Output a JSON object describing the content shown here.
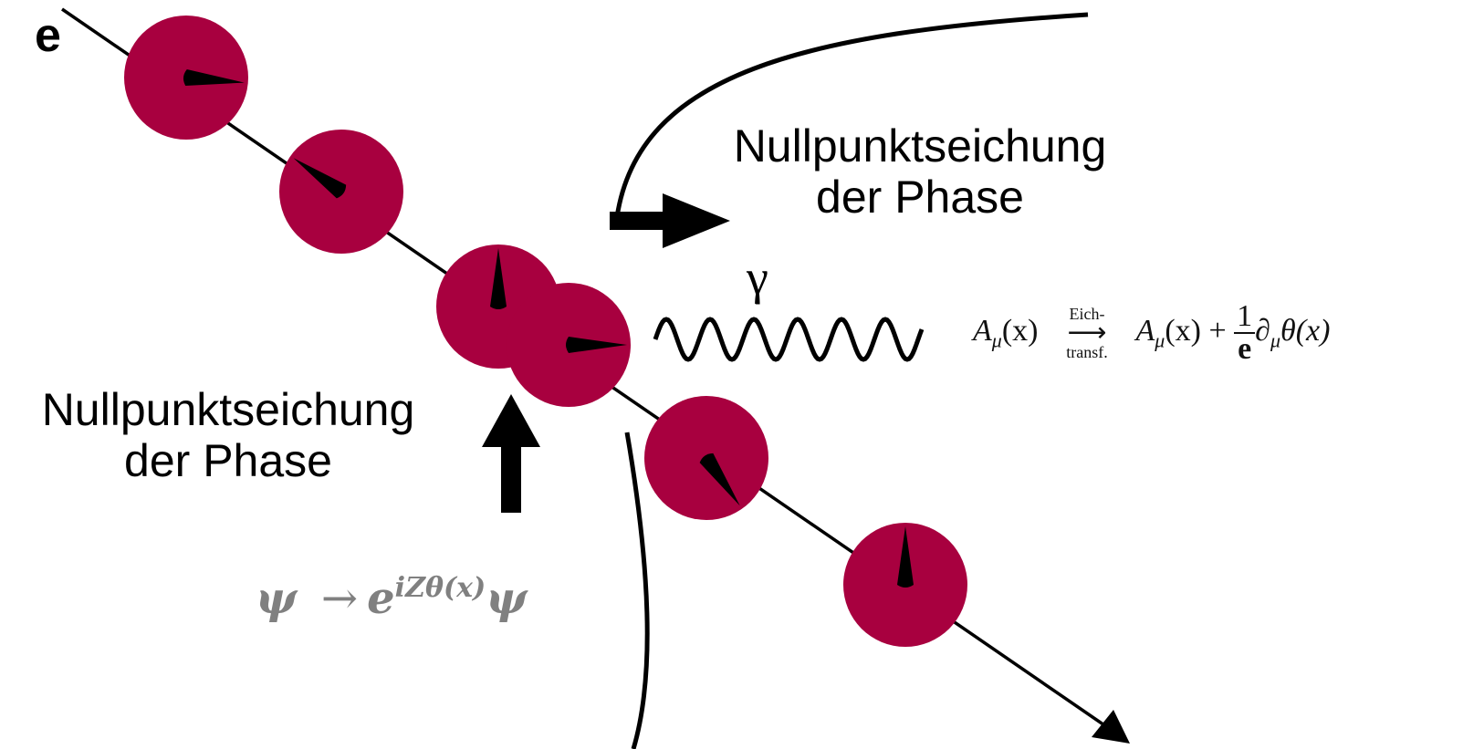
{
  "electron_label": "e",
  "top_label": [
    "Nullpunktseichung",
    "der Phase"
  ],
  "left_label": [
    "Nullpunktseichung",
    "der Phase"
  ],
  "photon_label": "γ",
  "psi_formula": {
    "lhs": "ψ",
    "arrow": "→",
    "base": "e",
    "exponent": "iZθ(x)",
    "rhs": "ψ"
  },
  "gauge_formula": {
    "lhs": "A",
    "lhs_sub": "μ",
    "lhs_arg": "(x)",
    "arrow_top": "Eich-",
    "arrow": "⟶",
    "arrow_bottom": "transf.",
    "rhs_a": "A",
    "rhs_sub": "μ",
    "rhs_arg": "(x) +",
    "frac_num": "1",
    "frac_den": "e",
    "partial": "∂",
    "partial_sub": "μ",
    "theta": "θ(x)"
  },
  "colors": {
    "particle": "#a8003f",
    "line": "#000000",
    "formula_gray": "#808080"
  },
  "particles": [
    {
      "name": "particle-1",
      "pointer_angle_deg": 5
    },
    {
      "name": "particle-2",
      "pointer_angle_deg": -145
    },
    {
      "name": "particle-3",
      "pointer_angle_deg": -90
    },
    {
      "name": "particle-4",
      "pointer_angle_deg": 0
    },
    {
      "name": "particle-5",
      "pointer_angle_deg": 55
    },
    {
      "name": "particle-6",
      "pointer_angle_deg": -90
    }
  ]
}
